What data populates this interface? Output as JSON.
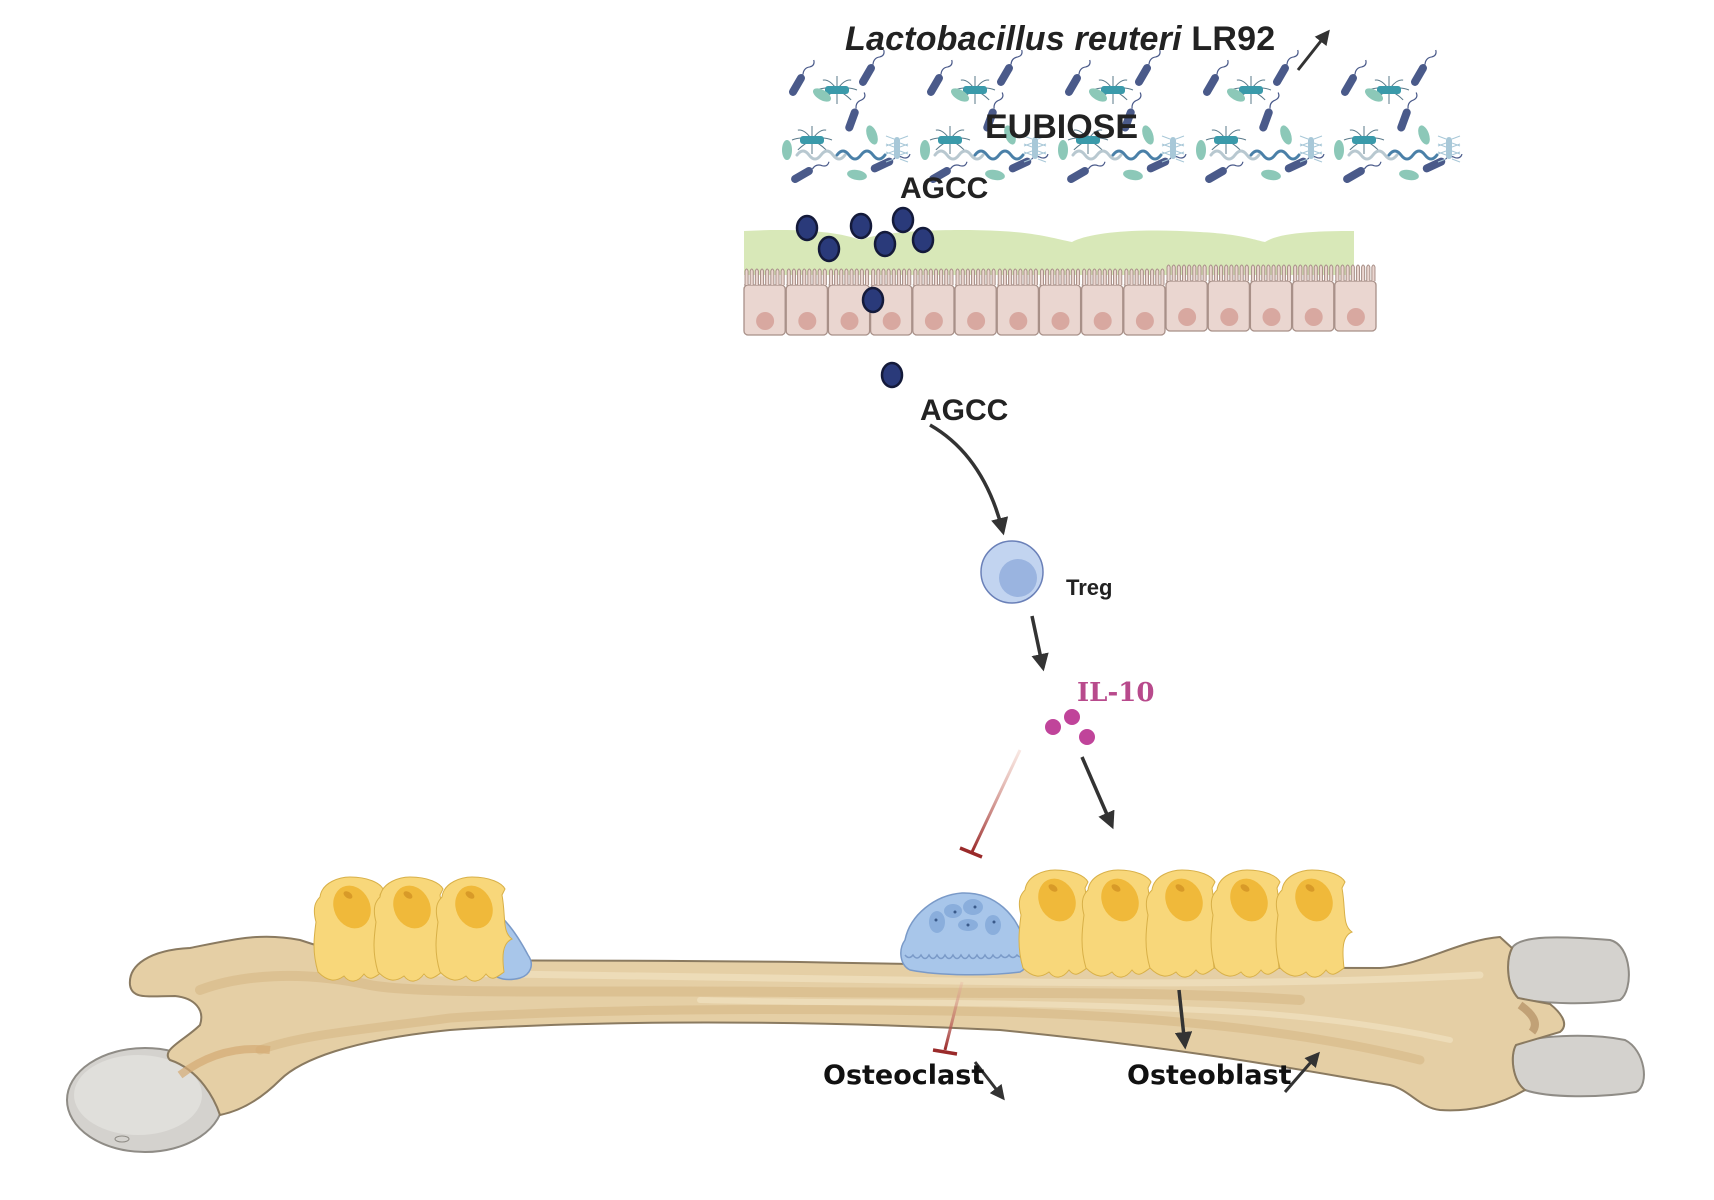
{
  "figure": {
    "title": {
      "species": "Lactobacillus reuteri",
      "strain": " LR92",
      "trend": "increase"
    },
    "microbiota_label": "EUBIOSE",
    "metabolite_label_lumen": "AGCC",
    "metabolite_label_blood": "AGCC",
    "immune_cell_label": "Treg",
    "cytokine_label": "IL-10",
    "osteoclast_label": "Osteoclast",
    "osteoclast_trend": "decrease",
    "osteoblast_label": "Osteoblast",
    "osteoblast_trend": "increase"
  },
  "colors": {
    "text": "#222222",
    "arrow": "#333333",
    "inhibition": "#9a2a2a",
    "scfa": "#1f2a5a",
    "il10": "#b84a8c",
    "mucus": "#d8e8b8",
    "epithelium": "#ead6d0",
    "bone": "#e5cfa5",
    "osteoblast": "#f8d77a",
    "osteoclast": "#a8c6ea",
    "treg": "#c2d4f0"
  }
}
